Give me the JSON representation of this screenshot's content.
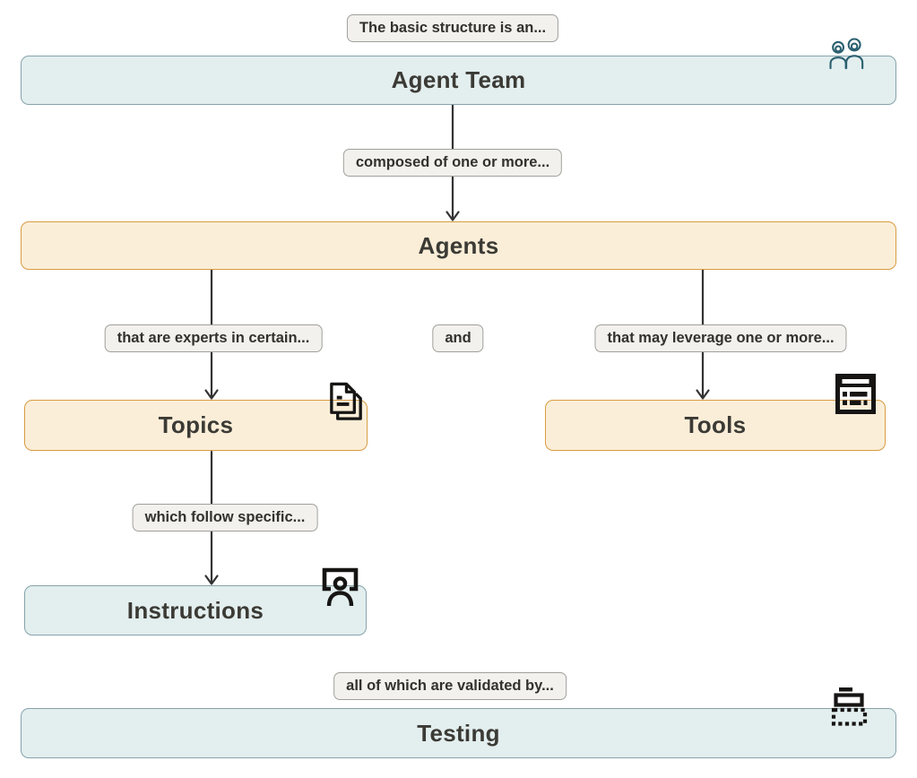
{
  "diagram": {
    "type": "flowchart",
    "nodes": {
      "agent_team": {
        "label": "Agent Team",
        "icon": "team-icon",
        "theme": "teal"
      },
      "agents": {
        "label": "Agents",
        "icon": null,
        "theme": "orange"
      },
      "topics": {
        "label": "Topics",
        "icon": "documents-icon",
        "theme": "orange"
      },
      "tools": {
        "label": "Tools",
        "icon": "list-window-icon",
        "theme": "orange"
      },
      "instructions": {
        "label": "Instructions",
        "icon": "person-frame-icon",
        "theme": "teal"
      },
      "testing": {
        "label": "Testing",
        "icon": "dashed-panel-icon",
        "theme": "teal"
      }
    },
    "edge_labels": {
      "intro": "The basic structure is an...",
      "composed": "composed of one or more...",
      "experts": "that are experts in certain...",
      "conjunction": "and",
      "leverage": "that may leverage one or more...",
      "follow": "which follow specific...",
      "validated": "all of which are validated by..."
    },
    "colors": {
      "background": "#ffffff",
      "teal_node_fill": "#e3eeee",
      "teal_node_border": "#86a3ab",
      "orange_node_fill": "#fbeed8",
      "orange_node_border": "#d89c44",
      "edge_label_fill": "#f2f1ee",
      "edge_label_border": "#a0a09b",
      "edge_line": "#333333",
      "node_text": "#3b3a35",
      "team_icon_color": "#2a5f70",
      "black_icon_color": "#161514"
    }
  }
}
